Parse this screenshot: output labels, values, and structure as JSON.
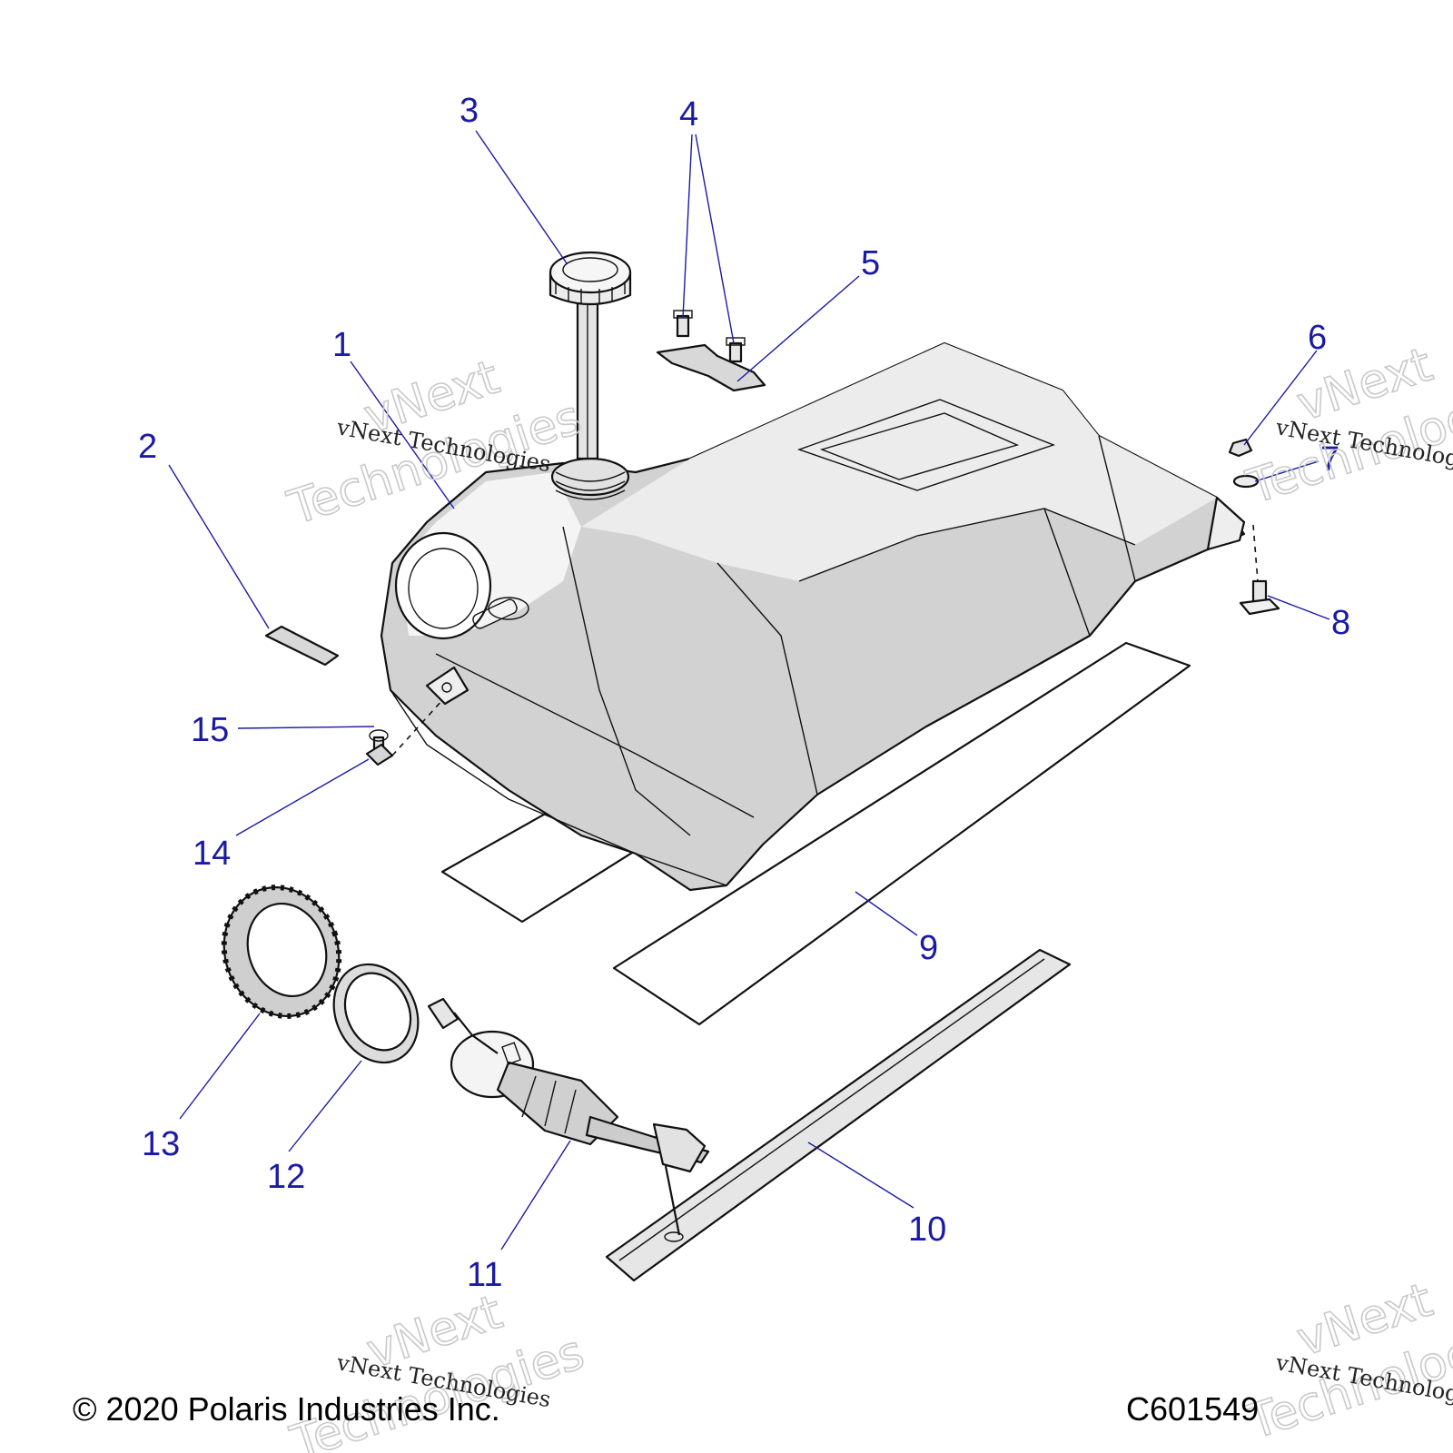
{
  "diagram": {
    "copyright": "© 2020 Polaris Industries Inc.",
    "drawing_id": "C601549",
    "watermark": {
      "line": "vNext Technologies",
      "word1": "vNext",
      "word2": "Technologies"
    },
    "callouts": [
      {
        "id": "1",
        "label": "1"
      },
      {
        "id": "2",
        "label": "2"
      },
      {
        "id": "3",
        "label": "3"
      },
      {
        "id": "4",
        "label": "4"
      },
      {
        "id": "5",
        "label": "5"
      },
      {
        "id": "6",
        "label": "6"
      },
      {
        "id": "7",
        "label": "7"
      },
      {
        "id": "8",
        "label": "8"
      },
      {
        "id": "9",
        "label": "9"
      },
      {
        "id": "10",
        "label": "10"
      },
      {
        "id": "11",
        "label": "11"
      },
      {
        "id": "12",
        "label": "12"
      },
      {
        "id": "13",
        "label": "13"
      },
      {
        "id": "14",
        "label": "14"
      },
      {
        "id": "15",
        "label": "15"
      }
    ],
    "colors": {
      "callout": "#1a1aa6",
      "part_fill": "#cfcfcf",
      "part_light": "#e6e6e6",
      "outline": "#111111"
    }
  }
}
